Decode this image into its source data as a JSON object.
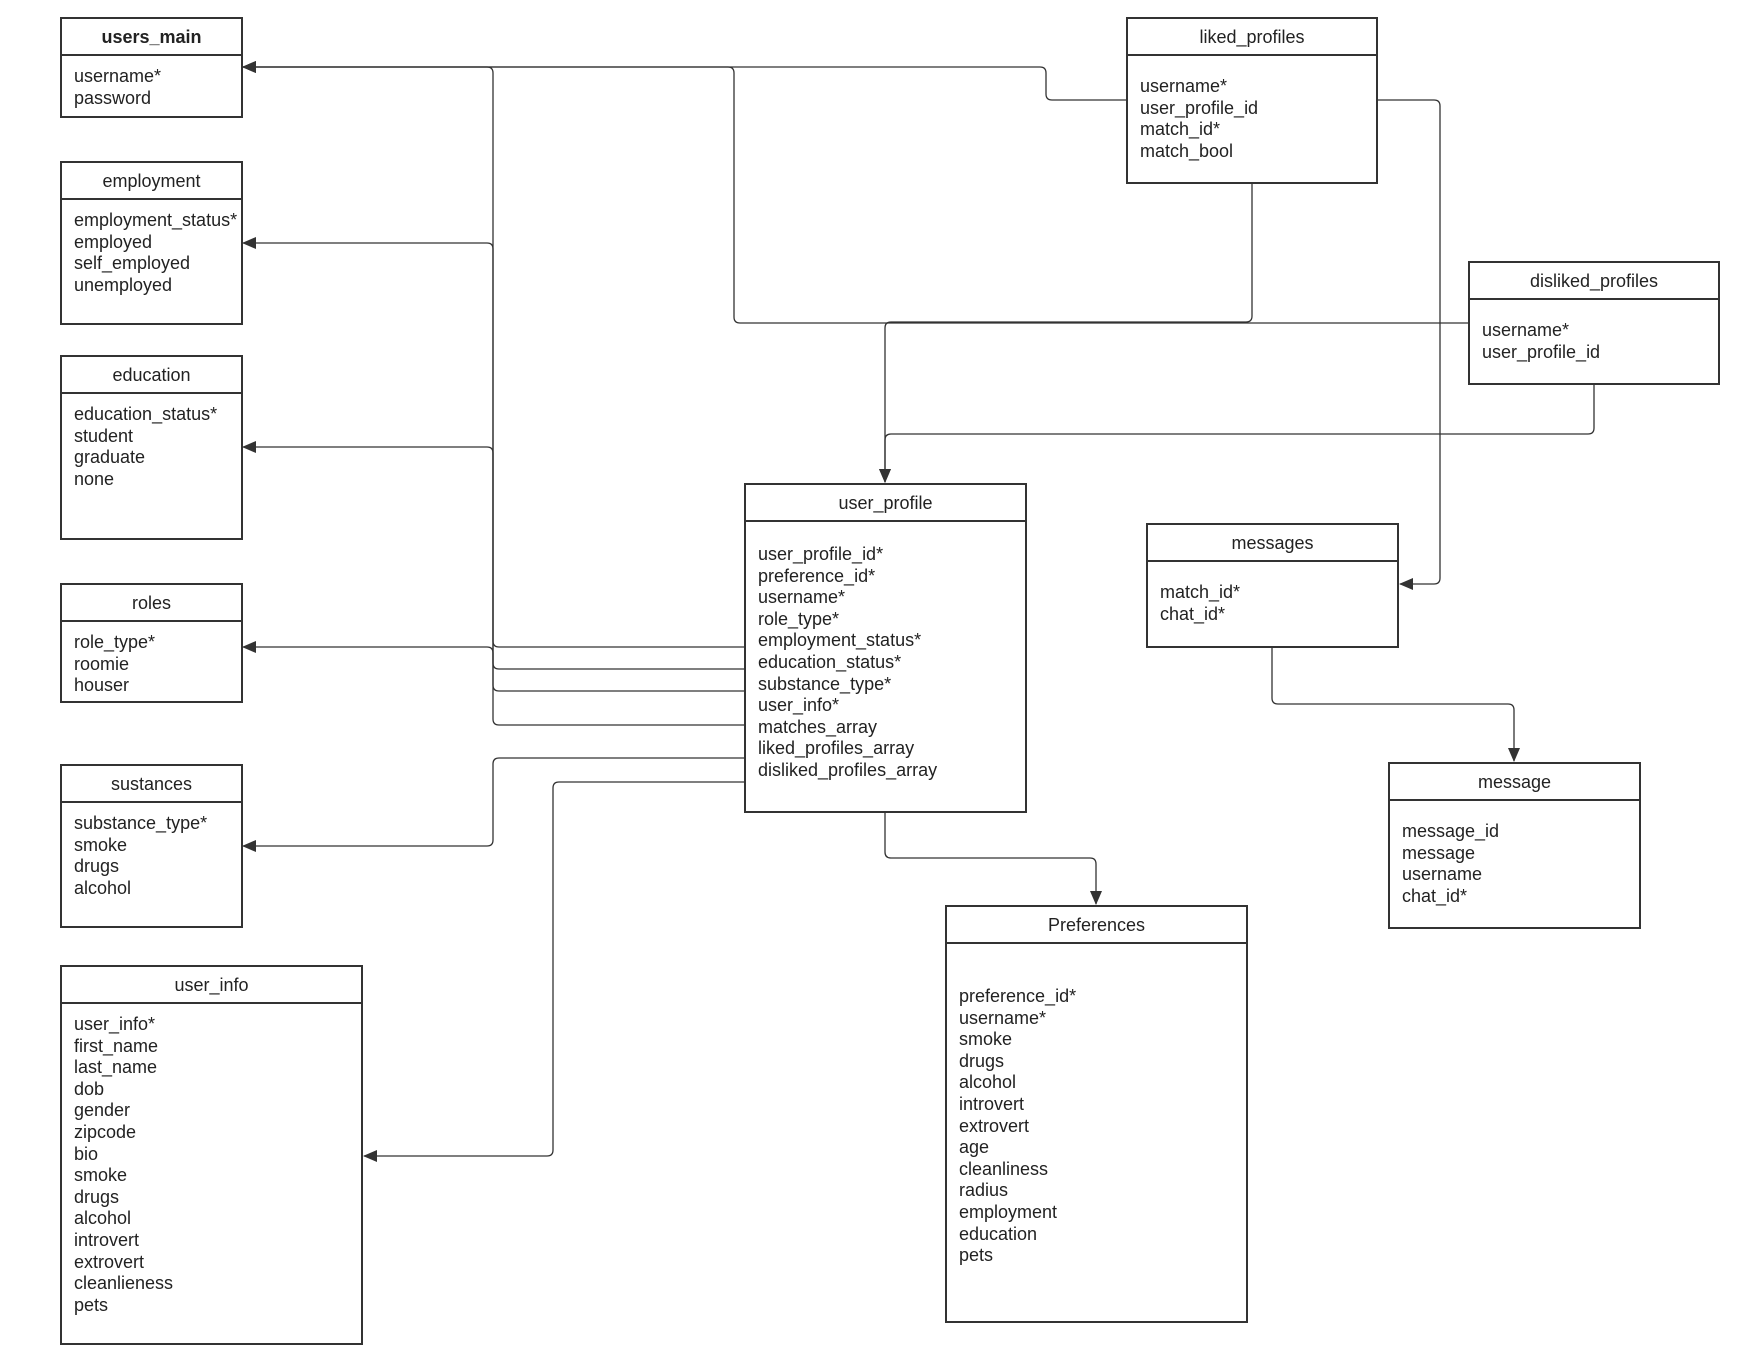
{
  "entities": [
    {
      "id": "users_main",
      "title": "users_main",
      "bold": true,
      "fields": [
        "username*",
        "password"
      ]
    },
    {
      "id": "employment",
      "title": "employment",
      "fields": [
        "employment_status*",
        "employed",
        "self_employed",
        "unemployed"
      ]
    },
    {
      "id": "education",
      "title": "education",
      "fields": [
        "education_status*",
        "student",
        "graduate",
        "none"
      ]
    },
    {
      "id": "roles",
      "title": "roles",
      "fields": [
        "role_type*",
        "roomie",
        "houser"
      ]
    },
    {
      "id": "sustances",
      "title": "sustances",
      "fields": [
        "substance_type*",
        "smoke",
        "drugs",
        "alcohol"
      ]
    },
    {
      "id": "user_info",
      "title": "user_info",
      "fields": [
        "user_info*",
        "first_name",
        "last_name",
        "dob",
        "gender",
        "zipcode",
        "bio",
        "smoke",
        "drugs",
        "alcohol",
        "introvert",
        "extrovert",
        "cleanlieness",
        "pets"
      ]
    },
    {
      "id": "liked_profiles",
      "title": "liked_profiles",
      "fields": [
        "username*",
        "user_profile_id",
        "match_id*",
        "match_bool"
      ]
    },
    {
      "id": "disliked_profiles",
      "title": "disliked_profiles",
      "fields": [
        "username*",
        "user_profile_id"
      ]
    },
    {
      "id": "user_profile",
      "title": "user_profile",
      "fields": [
        "user_profile_id*",
        "preference_id*",
        "username*",
        "role_type*",
        "employment_status*",
        "education_status*",
        "substance_type*",
        "user_info*",
        "matches_array",
        "liked_profiles_array",
        "disliked_profiles_array"
      ]
    },
    {
      "id": "messages",
      "title": "messages",
      "fields": [
        "match_id*",
        "chat_id*"
      ]
    },
    {
      "id": "message",
      "title": "message",
      "fields": [
        "message_id",
        "message",
        "username",
        "chat_id*"
      ]
    },
    {
      "id": "preferences",
      "title": "Preferences",
      "fields": [
        "preference_id*",
        "username*",
        "smoke",
        "drugs",
        "alcohol",
        "introvert",
        "extrovert",
        "age",
        "cleanliness",
        "radius",
        "employment",
        "education",
        "pets"
      ]
    }
  ],
  "relationships": [
    {
      "id": "user-profile-to-users-main",
      "from": "user_profile",
      "to": "users_main"
    },
    {
      "id": "user-profile-to-employment",
      "from": "user_profile",
      "to": "employment"
    },
    {
      "id": "user-profile-to-education",
      "from": "user_profile",
      "to": "education"
    },
    {
      "id": "user-profile-to-roles",
      "from": "user_profile",
      "to": "roles"
    },
    {
      "id": "user-profile-to-sustances",
      "from": "user_profile",
      "to": "sustances"
    },
    {
      "id": "user-profile-to-user-info",
      "from": "user_profile",
      "to": "user_info"
    },
    {
      "id": "user-profile-to-preferences",
      "from": "user_profile",
      "to": "preferences"
    },
    {
      "id": "liked-profiles-to-users-main",
      "from": "liked_profiles",
      "to": "users_main"
    },
    {
      "id": "disliked-profiles-to-users-main",
      "from": "disliked_profiles",
      "to": "users_main"
    },
    {
      "id": "liked-profiles-to-user-profile",
      "from": "liked_profiles",
      "to": "user_profile"
    },
    {
      "id": "disliked-profiles-to-user-profile",
      "from": "disliked_profiles",
      "to": "user_profile"
    },
    {
      "id": "liked-profiles-to-messages",
      "from": "liked_profiles",
      "to": "messages"
    },
    {
      "id": "messages-to-message",
      "from": "messages",
      "to": "message"
    }
  ]
}
